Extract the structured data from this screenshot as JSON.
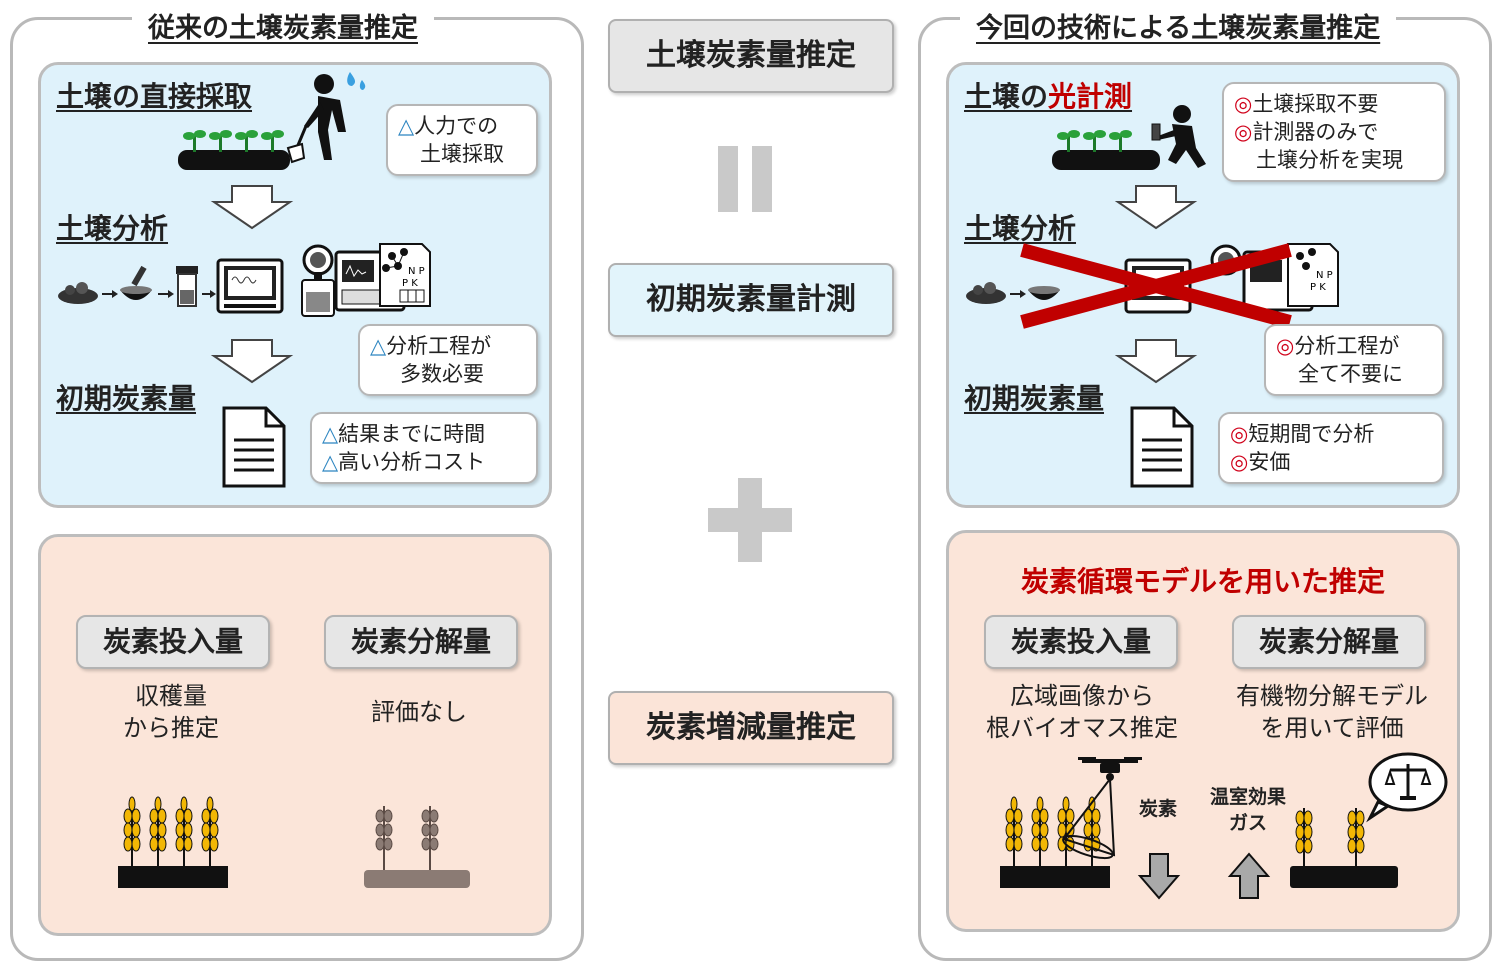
{
  "left": {
    "title": "従来の土壌炭素量推定",
    "step1": "土壌の直接採取",
    "step2": "土壌分析",
    "step3": "初期炭素量",
    "callout1": {
      "mark": "△",
      "lines": [
        "人力での",
        "土壌採取"
      ]
    },
    "callout2": {
      "mark": "△",
      "lines": [
        "分析工程が",
        "多数必要"
      ]
    },
    "callout3": {
      "lines": [
        {
          "mark": "△",
          "text": "結果までに時間"
        },
        {
          "mark": "△",
          "text": "高い分析コスト"
        }
      ]
    },
    "input_label": "炭素投入量",
    "input_desc": [
      "収穫量",
      "から推定"
    ],
    "decomp_label": "炭素分解量",
    "decomp_desc": "評価なし"
  },
  "center": {
    "top": "土壌炭素量推定",
    "equals": "=",
    "initial": "初期炭素量計測",
    "plus": "+",
    "change": "炭素増減量推定"
  },
  "right": {
    "title": "今回の技術による土壌炭素量推定",
    "step1_pre": "土壌の",
    "step1_hl": "光計測",
    "step2": "土壌分析",
    "step3": "初期炭素量",
    "callout1": {
      "lines": [
        {
          "mark": "◎",
          "text": "土壌採取不要"
        },
        {
          "mark": "◎",
          "text": "計測器のみで"
        },
        {
          "mark": "",
          "text": "土壌分析を実現"
        }
      ]
    },
    "callout2": {
      "mark": "◎",
      "lines": [
        "分析工程が",
        "全て不要に"
      ]
    },
    "callout3": {
      "lines": [
        {
          "mark": "◎",
          "text": "短期間で分析"
        },
        {
          "mark": "◎",
          "text": "安価"
        }
      ]
    },
    "model_title": "炭素循環モデルを用いた推定",
    "input_label": "炭素投入量",
    "input_desc": [
      "広域画像から",
      "根バイオマス推定"
    ],
    "decomp_label": "炭素分解量",
    "decomp_desc": [
      "有機物分解モデル",
      "を用いて評価"
    ],
    "carbon": "炭素",
    "ghg": [
      "温室効果",
      "ガス"
    ]
  },
  "colors": {
    "blue_panel": "#dff2fb",
    "peach_panel": "#fbe5d9",
    "accent_red": "#c00000",
    "wheat": "#f2b705"
  },
  "icons": [
    "watering-person-icon",
    "seedling-icon",
    "kneeling-person-icon",
    "down-arrow-icon",
    "lab-equipment-icon",
    "document-icon",
    "wheat-icon",
    "drone-icon",
    "scale-icon",
    "cross-mark-icon"
  ]
}
